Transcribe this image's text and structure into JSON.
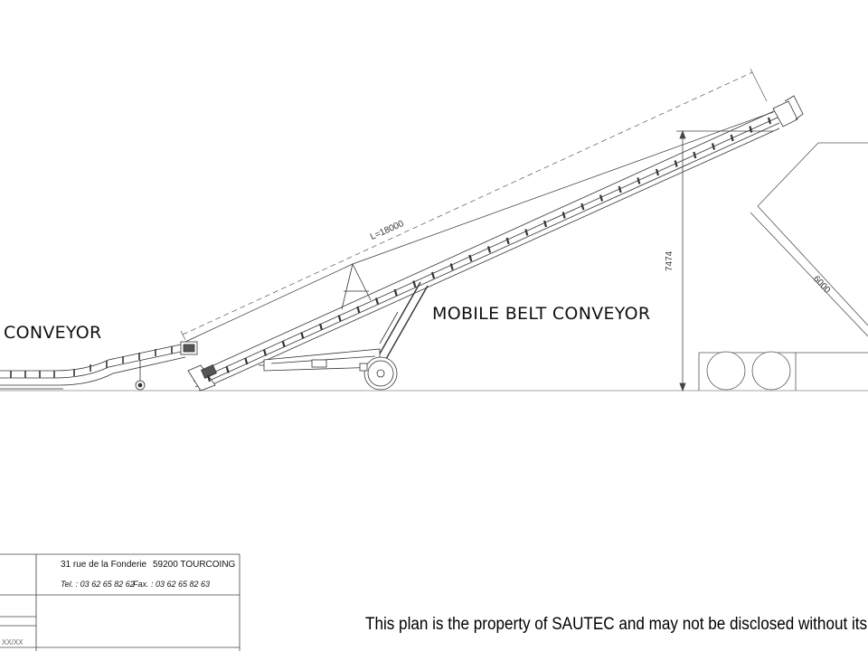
{
  "labels": {
    "left_conveyor": "CONVEYOR",
    "main_conveyor": "MOBILE BELT CONVEYOR"
  },
  "dimensions": {
    "length": "L=18000",
    "height": "7474",
    "truck_width": "6000"
  },
  "title_block": {
    "address": "31 rue de la Fonderie",
    "city": "59200 TOURCOING",
    "phone": "Tel. : 03 62 65 82 62",
    "fax": "Fax. : 03 62 65 82 63",
    "ref": "XX/XX"
  },
  "notice": "This plan is the property of SAUTEC and may not be disclosed without its w"
}
